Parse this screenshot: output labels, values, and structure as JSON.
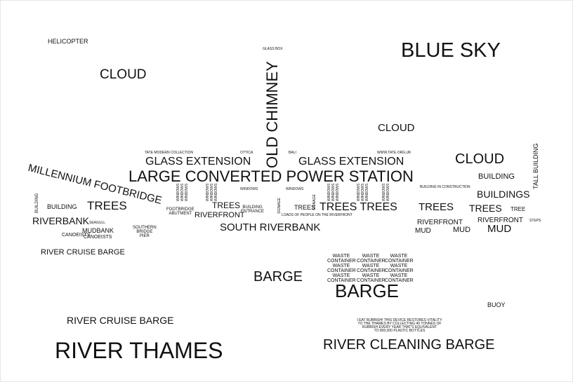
{
  "labels": {
    "helicopter": "HELICOPTER",
    "blue_sky": "BLUE SKY",
    "cloud_left": "CLOUD",
    "cloud_mid": "CLOUD",
    "cloud_right": "CLOUD",
    "glass_box": "GLASS BOX",
    "old_chimney": "OLD CHIMNEY",
    "tate_collection": "TATE MODERN COLLECTION",
    "ottica": "OTTICA",
    "bali": "BALI",
    "tate_url": "WWW.TATE.ORG.UK",
    "glass_extension_left": "GLASS EXTENSION",
    "glass_extension_right": "GLASS EXTENSION",
    "large_converted": "LARGE CONVERTED POWER STATION",
    "millennium": "MILLENNIUM FOOTBRIDGE",
    "building_left": "BUILDING",
    "building_vertical": "BUILDING",
    "trees_left": "TREES",
    "trees_mid": "TREES",
    "trees_small": "TREES",
    "trees_big": "TREES TREES",
    "trees_right_a": "TREES",
    "trees_right_b": "TREES",
    "tree": "TREE",
    "riverbank": "RIVERBANK",
    "seagull": "SEAGULL",
    "mudbank": "MUDBANK",
    "canoeists_a": "CANOEISTS",
    "canoeists_b": "CANOEISTS",
    "southern_bridge_pier": [
      "SOUTHERN",
      "BRIDGE",
      "PIER"
    ],
    "footbridge_abutment": [
      "FOOTBRIDGE",
      "ABUTMENT"
    ],
    "riverfront_left": "RIVERFRONT",
    "building_entrance": [
      "BUILDING",
      "ENTRANCE"
    ],
    "signage_a": "SIGNAGE",
    "signage_b": "SIGNAGE",
    "windows": "WINDOWS",
    "windows_2": "WINDOWS",
    "loads_of_people": "LOADS OF PEOPLE ON THE RIVERFRONT",
    "south_riverbank": "SOUTH RIVERBANK",
    "building_in_construction": "BUILDING IN CONSTRUCTION",
    "building_right": "BUILDING",
    "buildings": "BUILDINGS",
    "tall_building": "TALL BUILDING",
    "riverfront_mid": "RIVERFRONT",
    "riverfront_right": "RIVERFRONT",
    "mud_a": "MUD",
    "mud_b": "MUD",
    "mud_c": "MUD",
    "steps": "STEPS",
    "river_cruise_barge_top": "RIVER CRUISE BARGE",
    "barge_left": "BARGE",
    "waste_container": [
      "WASTE",
      "CONTAINER"
    ],
    "barge_big": "BARGE",
    "buoy": "BUOY",
    "river_cruise_barge_bottom": "RIVER CRUISE BARGE",
    "river_thames": "RIVER THAMES",
    "rubbish_notice": [
      "I EAT RUBBISH! THIS DEVICE RESTORES VITALITY",
      "TO THE THAMES BY COLLECTING 40 TONNES OF",
      "RUBBISH EVERY YEAR THAT'S EQUIVALENT",
      "TO 800,000 PLASTIC BOTTLES"
    ],
    "river_cleaning_barge": "RIVER CLEANING BARGE"
  }
}
